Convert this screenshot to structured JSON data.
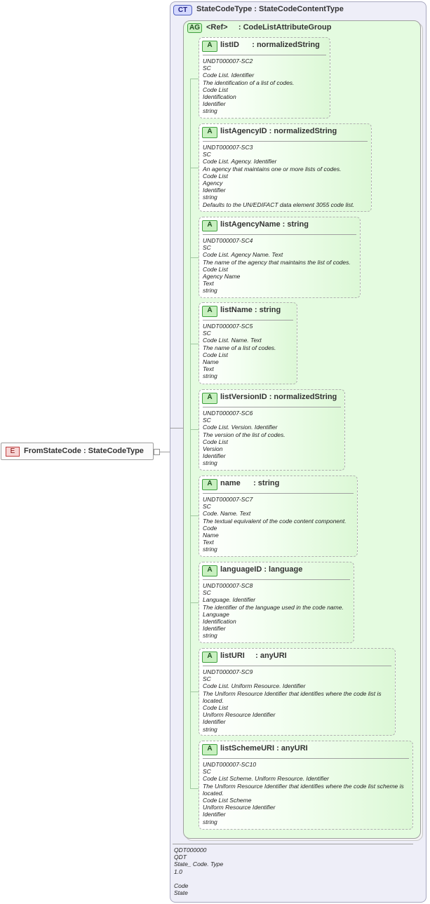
{
  "element": {
    "badge": "E",
    "label": "FromStateCode : StateCodeType"
  },
  "complex_type": {
    "badge": "CT",
    "title": "StateCodeType : StateCodeContentType",
    "doc": [
      "QDT000000",
      "QDT",
      "State_ Code. Type",
      "1.0",
      "",
      "Code",
      "State"
    ]
  },
  "attribute_group": {
    "badge": "AG",
    "title": "<Ref>     : CodeListAttributeGroup"
  },
  "attributes": [
    {
      "badge": "A",
      "name": "listID      : normalizedString",
      "doc": [
        "UNDT000007-SC2",
        "SC",
        "Code List. Identifier",
        "The identification of a list of codes.",
        "Code List",
        "Identification",
        "Identifier",
        "string"
      ]
    },
    {
      "badge": "A",
      "name": "listAgencyID : normalizedString",
      "doc": [
        "UNDT000007-SC3",
        "SC",
        "Code List. Agency. Identifier",
        "An agency that maintains one or more lists of codes.",
        "Code List",
        "Agency",
        "Identifier",
        "string",
        "Defaults to the UN/EDIFACT data element 3055 code list."
      ]
    },
    {
      "badge": "A",
      "name": "listAgencyName : string",
      "doc": [
        "UNDT000007-SC4",
        "SC",
        "Code List. Agency Name. Text",
        "The name of the agency that maintains the list of codes.",
        "Code List",
        "Agency Name",
        "Text",
        "string"
      ]
    },
    {
      "badge": "A",
      "name": "listName : string",
      "doc": [
        "UNDT000007-SC5",
        "SC",
        "Code List. Name. Text",
        "The name of a list of codes.",
        "Code List",
        "Name",
        "Text",
        "string"
      ]
    },
    {
      "badge": "A",
      "name": "listVersionID : normalizedString",
      "doc": [
        "UNDT000007-SC6",
        "SC",
        "Code List. Version. Identifier",
        "The version of the list of codes.",
        "Code List",
        "Version",
        "Identifier",
        "string"
      ]
    },
    {
      "badge": "A",
      "name": "name      : string",
      "doc": [
        "UNDT000007-SC7",
        "SC",
        "Code. Name. Text",
        "The textual equivalent of the code content component.",
        "Code",
        "Name",
        "Text",
        "string"
      ]
    },
    {
      "badge": "A",
      "name": "languageID : language",
      "doc": [
        "UNDT000007-SC8",
        "SC",
        "Language. Identifier",
        "The identifier of the language used in the code name.",
        "Language",
        "Identification",
        "Identifier",
        "string"
      ]
    },
    {
      "badge": "A",
      "name": "listURI     : anyURI",
      "doc": [
        "UNDT000007-SC9",
        "SC",
        "Code List. Uniform Resource. Identifier",
        "The Uniform Resource Identifier that identifies where the code list is located.",
        "Code List",
        "Uniform Resource Identifier",
        "Identifier",
        "string"
      ]
    },
    {
      "badge": "A",
      "name": "listSchemeURI : anyURI",
      "doc": [
        "UNDT000007-SC10",
        "SC",
        "Code List Scheme. Uniform Resource. Identifier",
        "The Uniform Resource Identifier that identifies where the code list scheme is located.",
        "Code List Scheme",
        "Uniform Resource Identifier",
        "Identifier",
        "string"
      ]
    }
  ]
}
